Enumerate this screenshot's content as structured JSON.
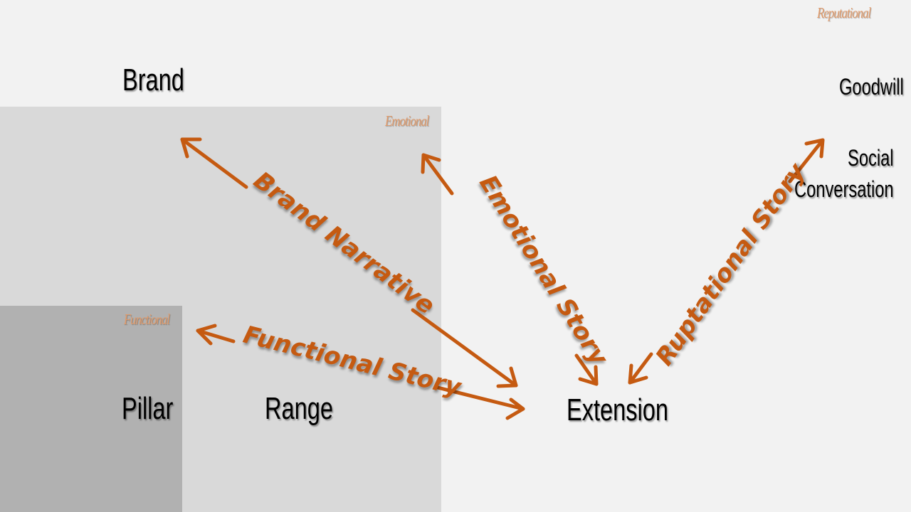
{
  "tiers": {
    "emotional": "Emotional",
    "functional": "Functional",
    "reputational": "Reputational"
  },
  "terms": {
    "brand": "Brand",
    "pillar": "Pillar",
    "range": "Range",
    "extension": "Extension",
    "goodwill": "Goodwill",
    "social": "Social",
    "conversation": "Conversation"
  },
  "stories": {
    "brand_narrative": "Brand Narrative",
    "emotional": "Emotional Story",
    "functional": "Functional Story",
    "reputational": "Ruptational Story"
  },
  "colors": {
    "background": "#f2f2f2",
    "emotional_panel": "#d9d9d9",
    "functional_panel": "#b1b1b1",
    "story_orange": "#c55a11",
    "tier_label": "#e09a6a"
  }
}
